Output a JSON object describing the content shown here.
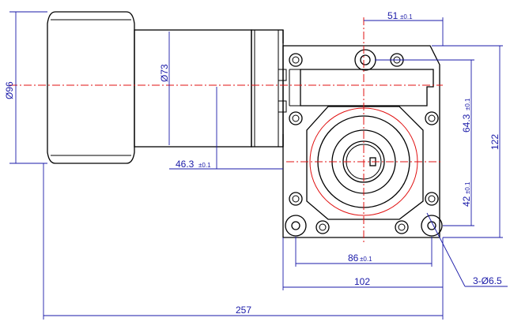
{
  "drawing": {
    "dimensions": {
      "motor_diameter": "Ø96",
      "shaft_housing_diameter": "Ø73",
      "offset_value": "46.3",
      "offset_tolerance": "±0.1",
      "top_offset_value": "51",
      "top_offset_tolerance": "±0.1",
      "vertical_upper_value": "64.3",
      "vertical_upper_tolerance": "±0.1",
      "vertical_lower_value": "42",
      "vertical_lower_tolerance": "±0.1",
      "height_total": "122",
      "hole_spacing_value": "86",
      "hole_spacing_tolerance": "±0.1",
      "gearbox_width": "102",
      "overall_length": "257",
      "holes_note": "3-Ø6.5"
    },
    "colors": {
      "outline": "#000000",
      "dimension": "#1a1aa8",
      "centerline": "#e01010"
    }
  }
}
